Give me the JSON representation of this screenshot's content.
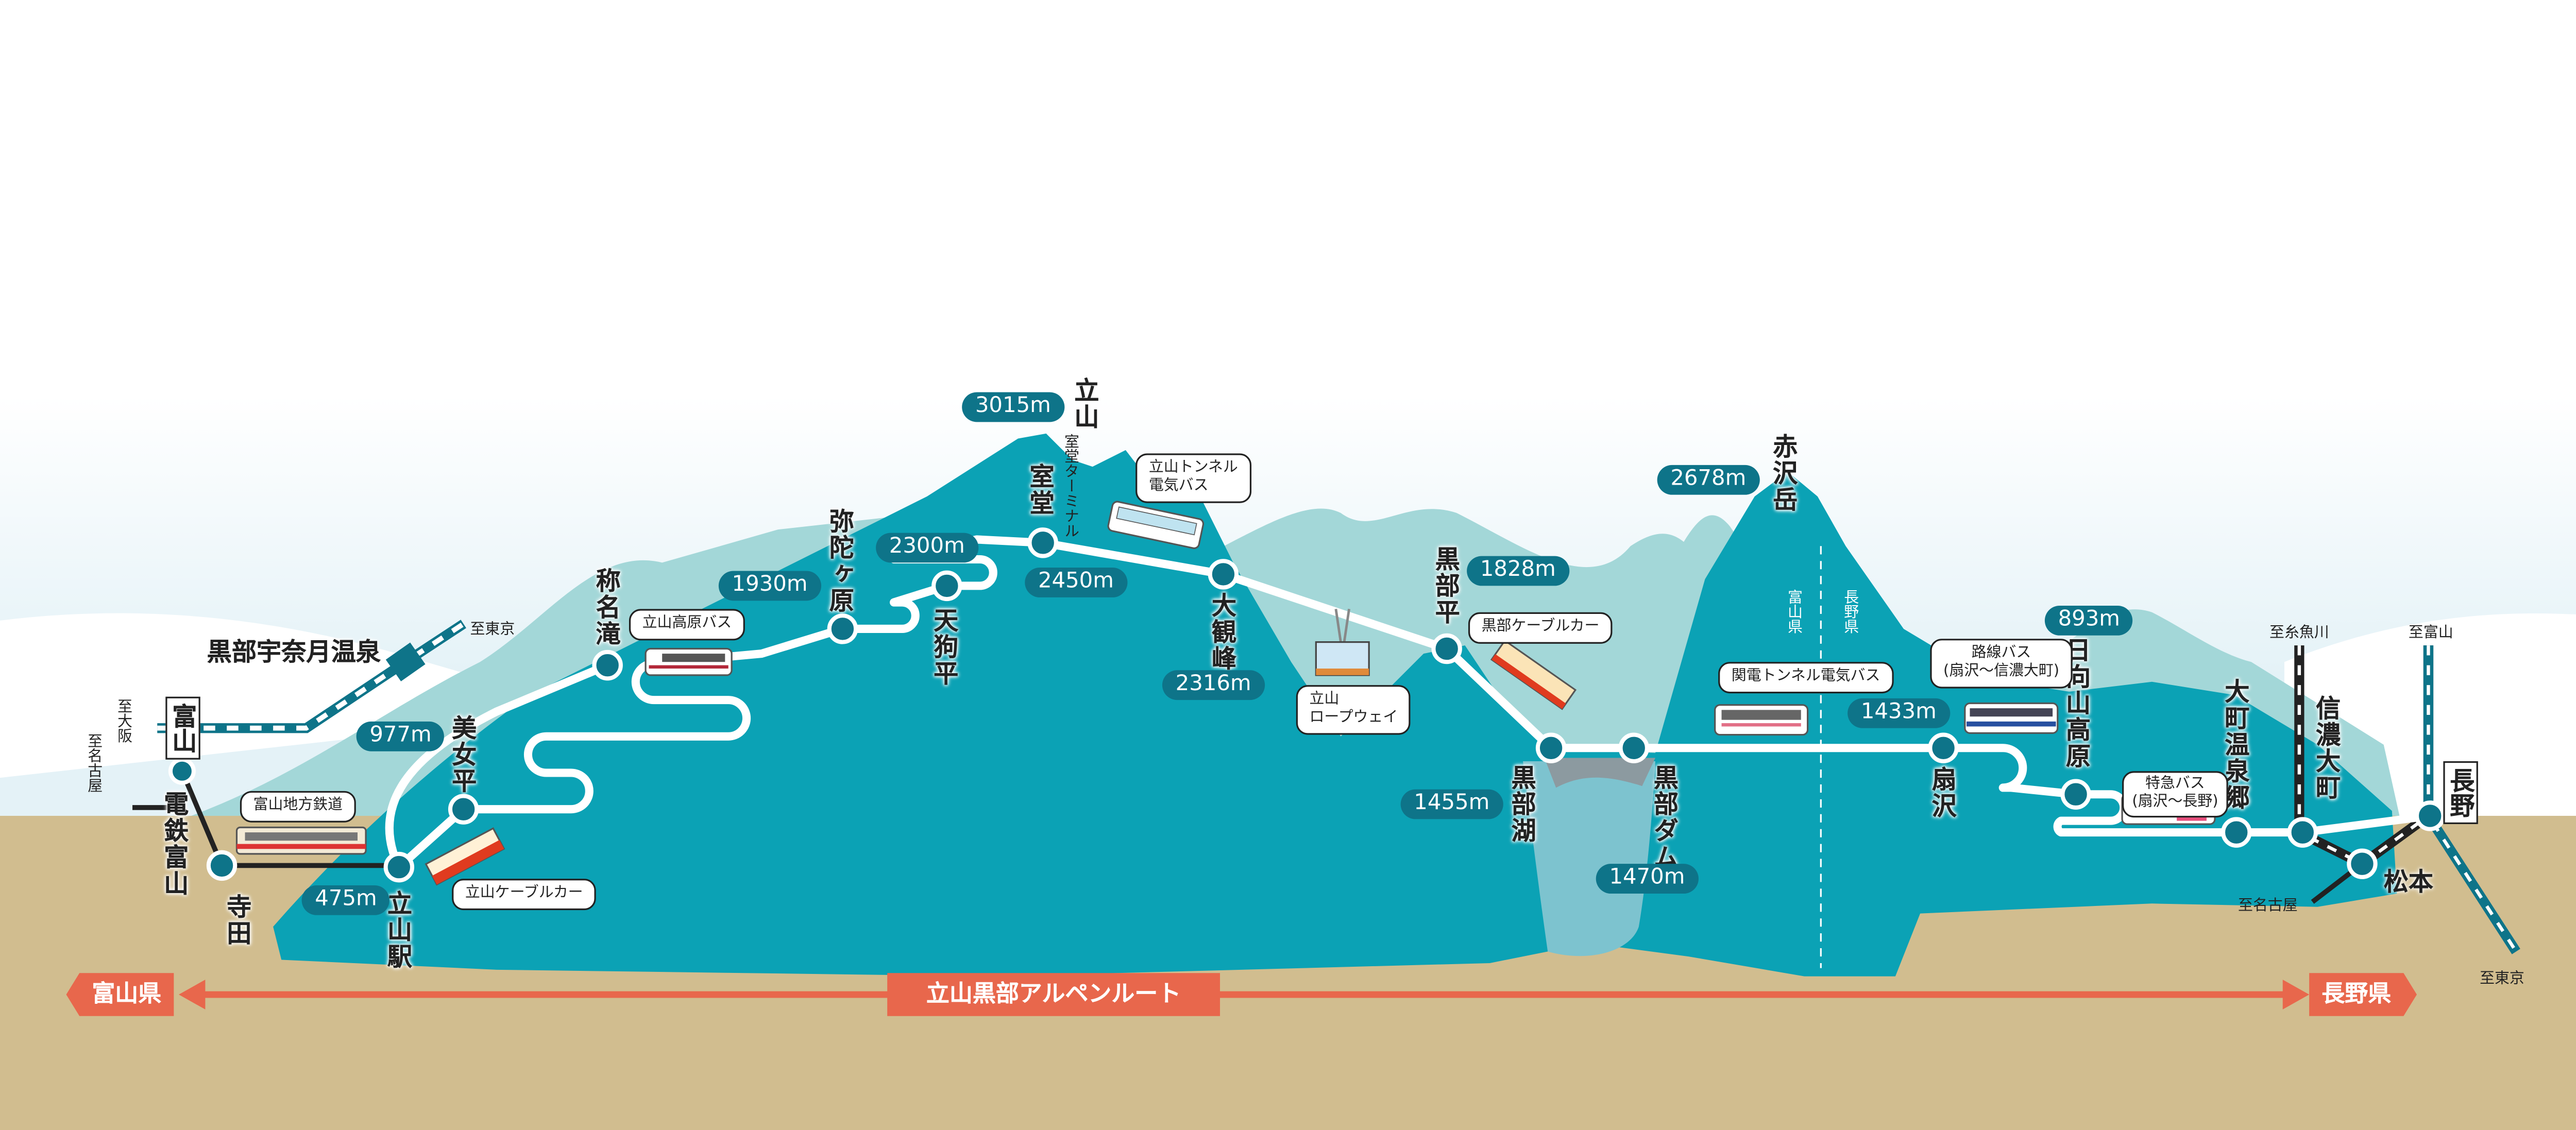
{
  "colors": {
    "ground": "#d1bd8f",
    "mountain_dark": "#0ba2b5",
    "mountain_light": "#a3d7d8",
    "pill": "#0e7489",
    "route": "#ffffff",
    "banner": "#e8674c"
  },
  "stations": {
    "toyama": "富山",
    "dentetsu_toyama": "電鉄富山",
    "terada": "寺田",
    "tateyama_station": "立山駅",
    "bijodaira": "美女平",
    "shomyo": "称名滝",
    "midagahara": "弥陀ヶ原",
    "tengudaira": "天狗平",
    "murodo": "室堂",
    "murodo_terminal": "室堂ターミナル",
    "daikanbo": "大観峰",
    "kurobedaira": "黒部平",
    "kurobeko": "黒部湖",
    "kurobe_dam": "黒部ダム",
    "ogizawa": "扇沢",
    "hinatayama": "日向山高原",
    "omachi_onsen": "大町温泉郷",
    "shinano_omachi": "信濃大町",
    "matsumoto": "松本",
    "nagano": "長野",
    "unazuki": "黒部宇奈月温泉"
  },
  "peaks": {
    "tateyama": "立山",
    "akazawadake": "赤沢岳"
  },
  "elevations": {
    "tateyama": "3015m",
    "akazawadake": "2678m",
    "tengudaira": "2300m",
    "murodo": "2450m",
    "midagahara": "1930m",
    "daikanbo": "2316m",
    "kurobedaira": "1828m",
    "bijodaira": "977m",
    "tateyama_station": "475m",
    "kurobeko": "1455m",
    "kurobe_dam": "1470m",
    "ogizawa": "1433m",
    "shinano_omachi": "893m"
  },
  "transport": {
    "kogen_bus": "立山高原バス",
    "tunnel_bus_1": "立山トンネル",
    "tunnel_bus_2": "電気バス",
    "kurobe_cable": "黒部ケーブルカー",
    "ropeway_1": "立山",
    "ropeway_2": "ロープウェイ",
    "chiho_tetsudo": "富山地方鉄道",
    "tateyama_cable": "立山ケーブルカー",
    "kanden_bus": "関電トンネル電気バス",
    "route_bus_1": "路線バス",
    "route_bus_2": "(扇沢～信濃大町)",
    "express_bus_1": "特急バス",
    "express_bus_2": "(扇沢～長野)"
  },
  "directions": {
    "to_tokyo_left": "至東京",
    "to_osaka": "至大阪",
    "to_nagoya_left": "至名古屋",
    "to_itoigawa": "至糸魚川",
    "to_toyama": "至富山",
    "to_nagoya_right": "至名古屋",
    "to_tokyo_right": "至東京"
  },
  "prefecture_border": {
    "toyama": "富山県",
    "nagano": "長野県"
  },
  "banner": {
    "left": "富山県",
    "center": "立山黒部アルペンルート",
    "right": "長野県"
  }
}
